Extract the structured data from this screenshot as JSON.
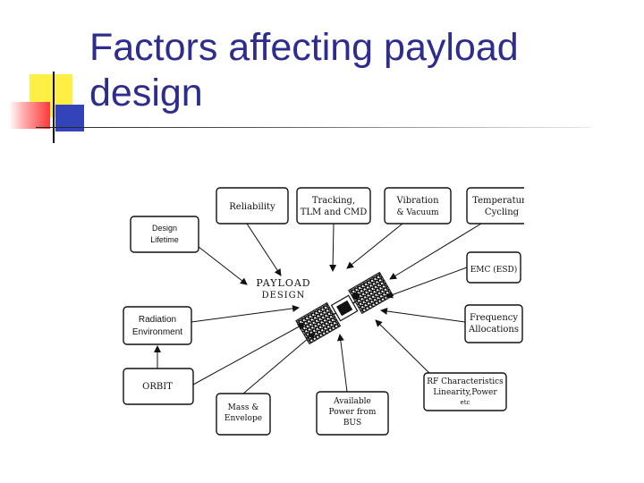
{
  "slide": {
    "title": "Factors affecting payload design"
  },
  "diagram": {
    "center_label": [
      "PAYLOAD",
      "DESIGN"
    ],
    "boxes": {
      "reliability": [
        "Reliability"
      ],
      "tracking": [
        "Tracking,",
        "TLM and CMD"
      ],
      "vibration": [
        "Vibration",
        "& Vacuum"
      ],
      "temperature": [
        "Temperature",
        "Cycling"
      ],
      "design_lifetime": [
        "Design",
        "Lifetime"
      ],
      "emc": [
        "EMC (ESD)"
      ],
      "radiation": [
        "Radiation",
        "Environment"
      ],
      "frequency": [
        "Frequency",
        "Allocations"
      ],
      "orbit": [
        "ORBIT"
      ],
      "rf": [
        "RF Characteristics",
        "Linearity,Power",
        "etc"
      ],
      "mass": [
        "Mass &",
        "Envelope"
      ],
      "power": [
        "Available",
        "Power from",
        "BUS"
      ]
    }
  }
}
